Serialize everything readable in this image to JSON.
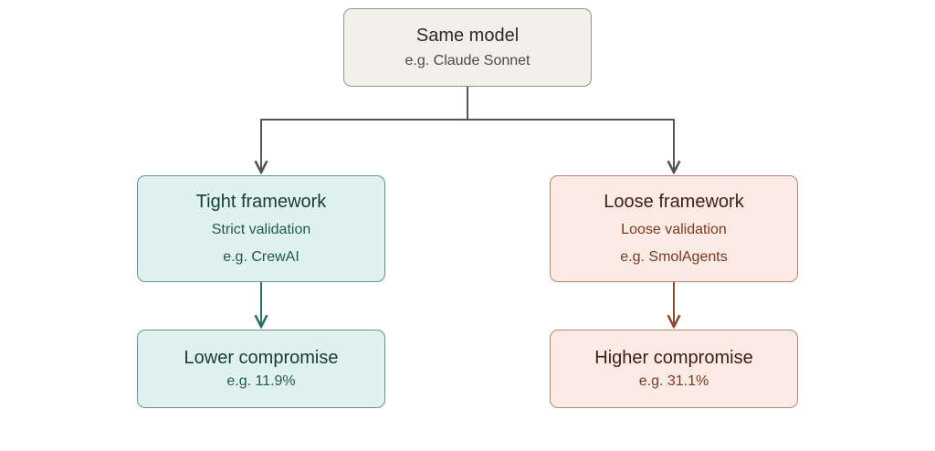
{
  "diagram": {
    "top": {
      "title": "Same model",
      "example": "e.g. Claude Sonnet"
    },
    "tight": {
      "title": "Tight framework",
      "validation": "Strict validation",
      "example": "e.g. CrewAI"
    },
    "loose": {
      "title": "Loose framework",
      "validation": "Loose validation",
      "example": "e.g. SmolAgents"
    },
    "lower": {
      "title": "Lower compromise",
      "example": "e.g. 11.9%"
    },
    "higher": {
      "title": "Higher compromise",
      "example": "e.g. 31.1%"
    }
  },
  "colors": {
    "neutral_fill": "#f3efe9",
    "neutral_border": "#9a938b",
    "connector_gray": "#555555",
    "teal_fill": "#e1f1ee",
    "teal_border": "#5f9890",
    "teal_connector": "#2f6f66",
    "salmon_fill": "#fcebe5",
    "salmon_border": "#c08470",
    "salmon_connector": "#8a4a33"
  }
}
